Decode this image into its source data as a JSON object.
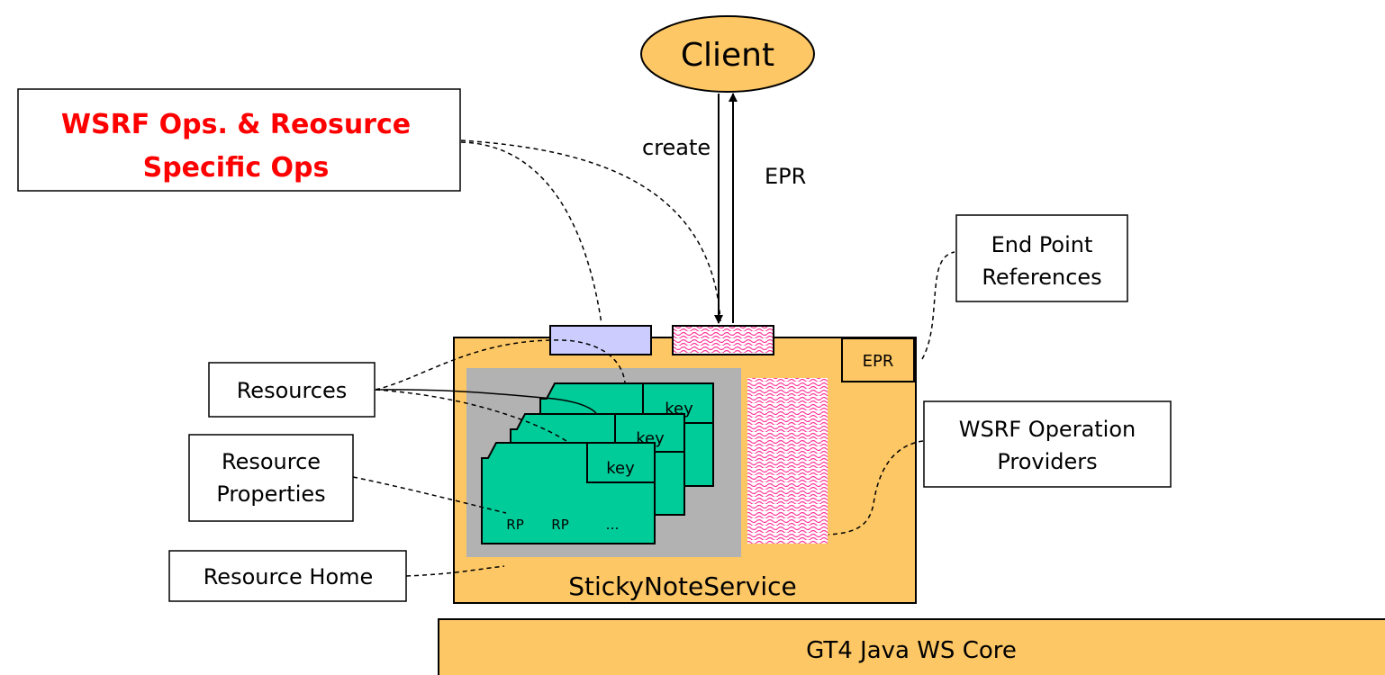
{
  "client": "Client",
  "create": "create",
  "epr_arrow": "EPR",
  "ops_box": {
    "line1": "WSRF Ops. & Reosurce",
    "line2": "Specific Ops"
  },
  "end_point": {
    "line1": "End Point",
    "line2": "References"
  },
  "epr_box": "EPR",
  "resources": "Resources",
  "resource_properties": {
    "line1": "Resource",
    "line2": "Properties"
  },
  "resource_home": "Resource Home",
  "wsrf_operation": {
    "line1": "WSRF Operation",
    "line2": "Providers"
  },
  "service_name": "StickyNoteService",
  "core": "GT4 Java WS Core",
  "key": "key",
  "rp": "RP",
  "ellipsis": "…",
  "colors": {
    "orange": "#fdc765",
    "green": "#00cc99",
    "gray": "#b2b2b2",
    "lavender": "#ccccff",
    "red": "#ff0000",
    "pink": "#ff3399"
  }
}
